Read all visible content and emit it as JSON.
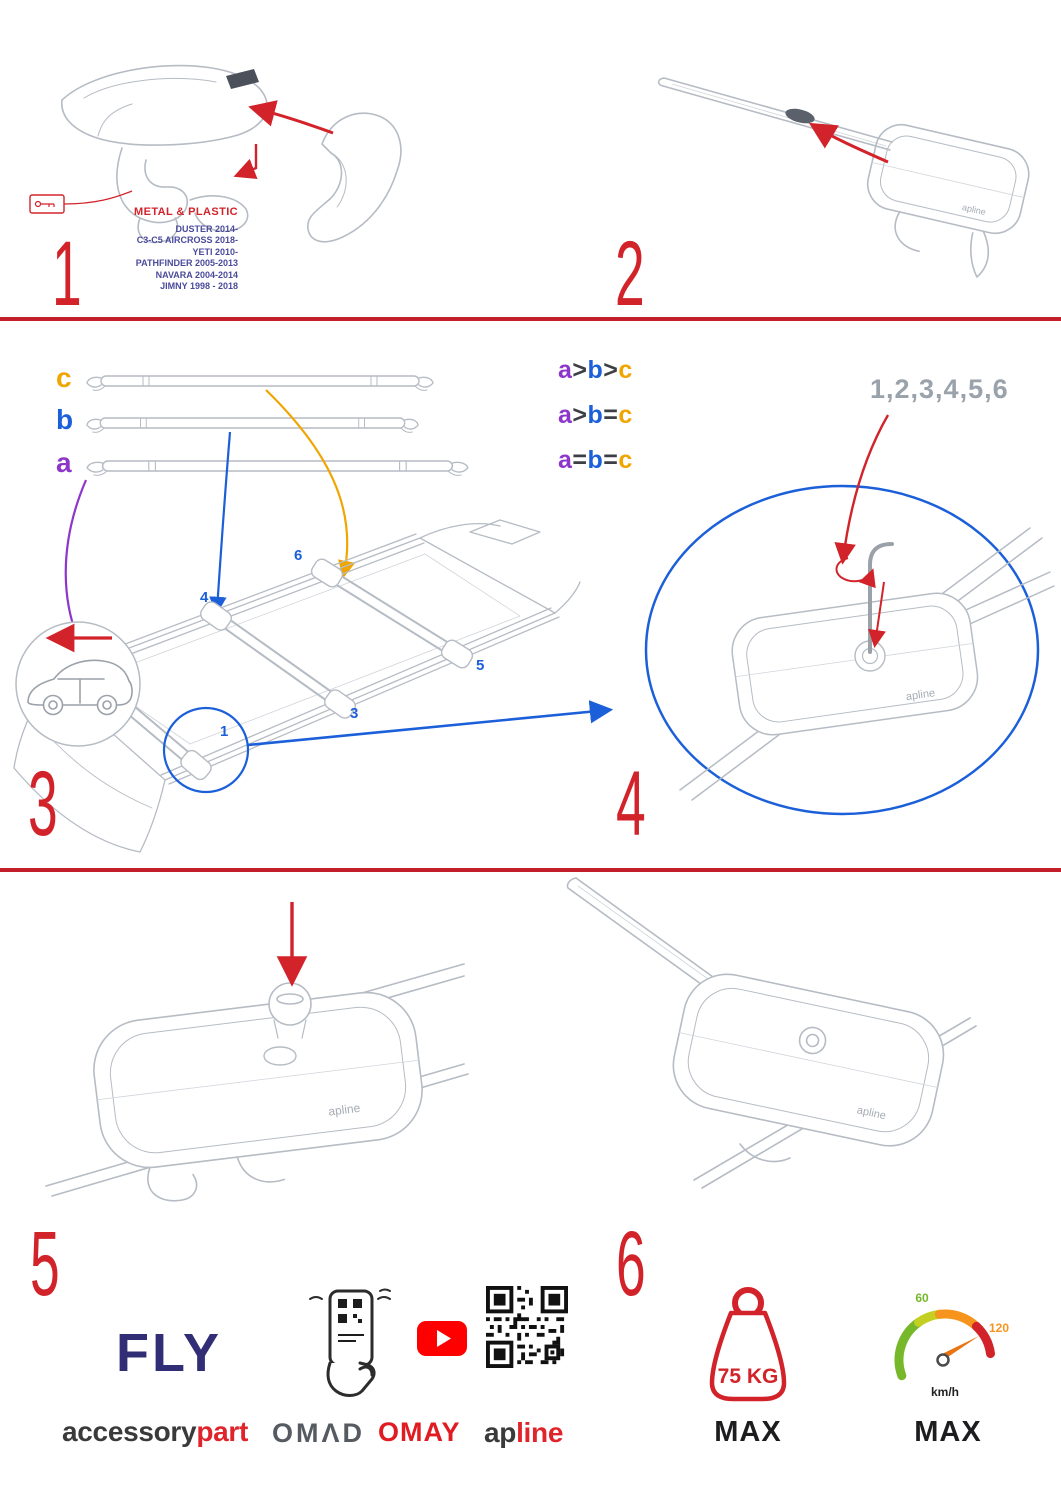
{
  "theme": {
    "red": "#d2232a",
    "blue": "#1b5fd9",
    "purple": "#8d36c9",
    "orange": "#f0a500",
    "navy_text": "#4a4a9c",
    "drawing_gray": "#b6bcc4",
    "muted_gray": "#9aa2ab",
    "fly_navy": "#312e75",
    "brand_dark": "#3a3a3a",
    "brand_red": "#e0242b",
    "youtube_red": "#ff0000",
    "speed_green": "#76b82a",
    "speed_orange": "#f7941d"
  },
  "drawing": {
    "foot_logo": "apline"
  },
  "step1": {
    "number": "1",
    "material_label": "METAL & PLASTIC",
    "compatibility": [
      "DUSTER 2014-",
      "C3-C5 AIRCROSS 2018-",
      "YETI 2010-",
      "PATHFINDER 2005-2013",
      "NAVARA 2004-2014",
      "JIMNY 1998 - 2018"
    ]
  },
  "step2": {
    "number": "2"
  },
  "step3": {
    "number": "3",
    "bar_labels": [
      "c",
      "b",
      "a"
    ],
    "formulas": [
      {
        "l1": "a",
        "op1": ">",
        "l2": "b",
        "op2": ">",
        "l3": "c"
      },
      {
        "l1": "a",
        "op1": ">",
        "l2": "b",
        "op2": "=",
        "l3": "c"
      },
      {
        "l1": "a",
        "op1": "=",
        "l2": "b",
        "op2": "=",
        "l3": "c"
      }
    ],
    "positions": [
      "1",
      "2",
      "3",
      "4",
      "5",
      "6"
    ]
  },
  "step4": {
    "number": "4",
    "sequence": "1,2,3,4,5,6",
    "callout": "1"
  },
  "step5": {
    "number": "5"
  },
  "step6": {
    "number": "6"
  },
  "footer": {
    "fly": "FLY",
    "accessorypart": {
      "black": "accessory",
      "red": "part"
    },
    "omad": "OMΛD",
    "omay": "OMAY",
    "apline": {
      "black": "ap",
      "red": "line"
    },
    "weight": {
      "value": "75 KG",
      "max": "MAX"
    },
    "speed": {
      "tick_low": "60",
      "tick_high": "120",
      "unit": "km/h",
      "max": "MAX"
    }
  }
}
